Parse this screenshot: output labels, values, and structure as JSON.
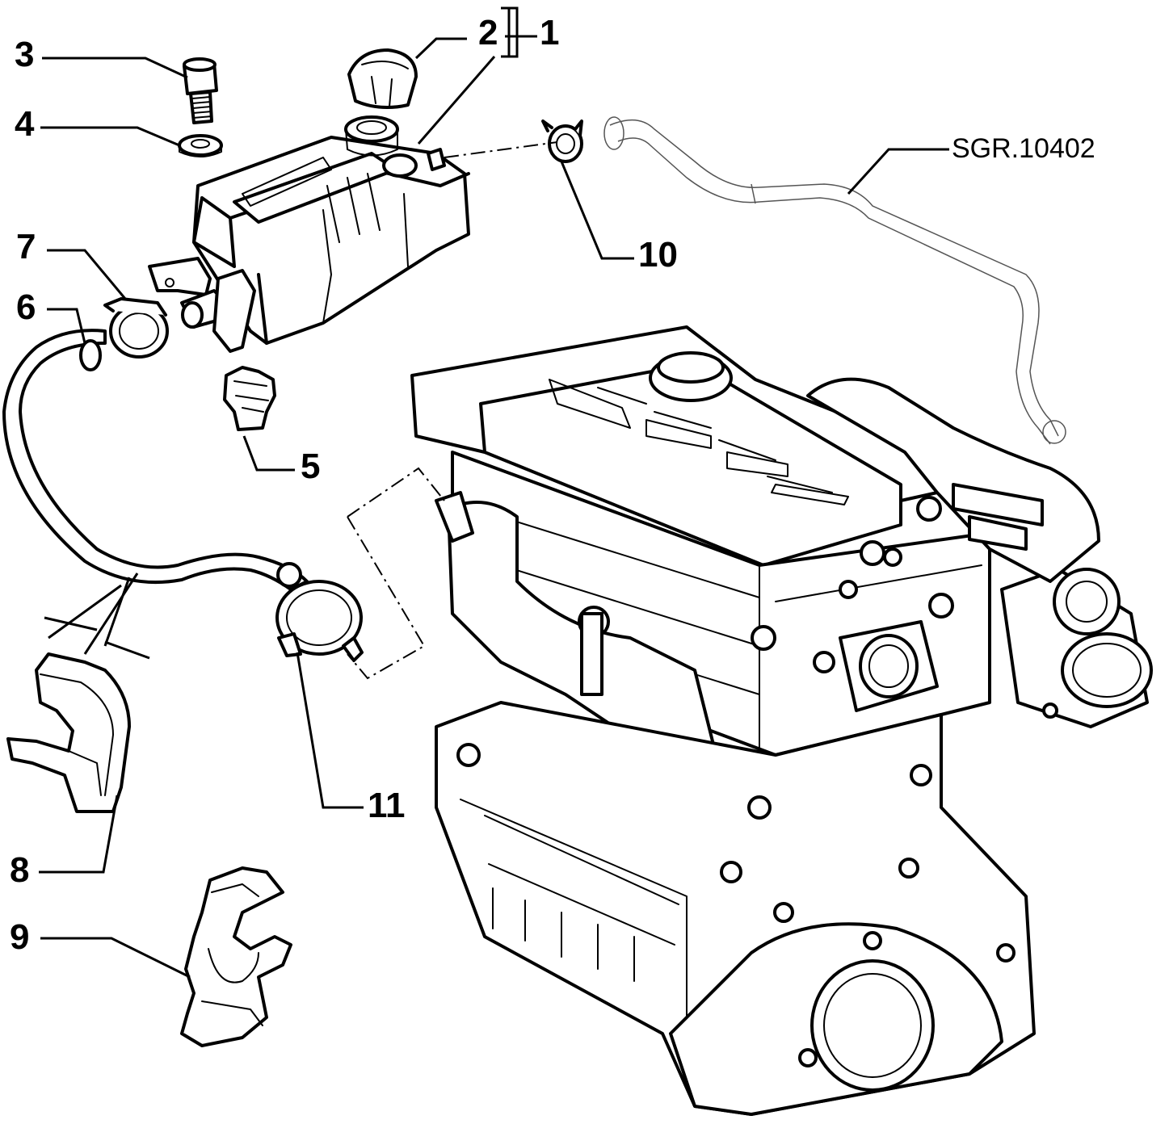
{
  "callouts": [
    {
      "id": "1",
      "text": "1"
    },
    {
      "id": "2",
      "text": "2"
    },
    {
      "id": "3",
      "text": "3"
    },
    {
      "id": "4",
      "text": "4"
    },
    {
      "id": "5",
      "text": "5"
    },
    {
      "id": "6",
      "text": "6"
    },
    {
      "id": "7",
      "text": "7"
    },
    {
      "id": "8",
      "text": "8"
    },
    {
      "id": "9",
      "text": "9"
    },
    {
      "id": "10",
      "text": "10"
    },
    {
      "id": "11",
      "text": "11"
    }
  ],
  "reference": "SGR.10402",
  "parts": [
    {
      "callout": "1",
      "name": "expansion-tank-assembly"
    },
    {
      "callout": "2",
      "name": "filler-cap"
    },
    {
      "callout": "3",
      "name": "bolt"
    },
    {
      "callout": "4",
      "name": "washer"
    },
    {
      "callout": "5",
      "name": "connector"
    },
    {
      "callout": "6",
      "name": "coolant-hose"
    },
    {
      "callout": "7",
      "name": "hose-clamp"
    },
    {
      "callout": "8",
      "name": "hose-bracket"
    },
    {
      "callout": "9",
      "name": "hose-clip"
    },
    {
      "callout": "10",
      "name": "small-hose-clamp"
    },
    {
      "callout": "11",
      "name": "outlet-clamp"
    }
  ]
}
